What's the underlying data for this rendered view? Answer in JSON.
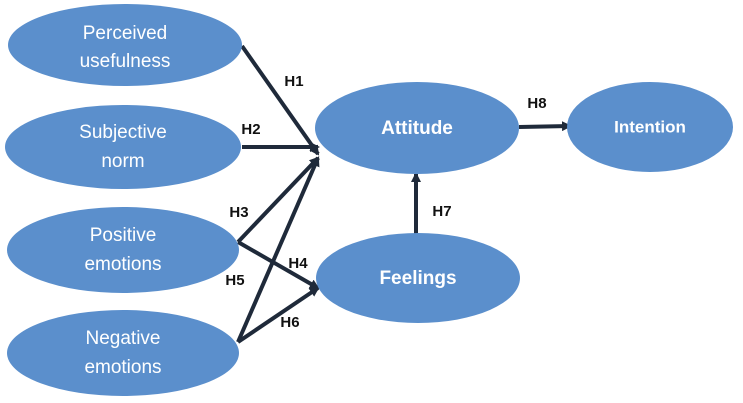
{
  "nodes": {
    "perceived_usefulness": [
      "Perceived",
      "usefulness"
    ],
    "subjective_norm": [
      "Subjective",
      "norm"
    ],
    "positive_emotions": [
      "Positive",
      "emotions"
    ],
    "negative_emotions": [
      "Negative",
      "emotions"
    ],
    "attitude": "Attitude",
    "feelings": "Feelings",
    "intention": "Intention"
  },
  "edges": {
    "h1": "H1",
    "h2": "H2",
    "h3": "H3",
    "h4": "H4",
    "h5": "H5",
    "h6": "H6",
    "h7": "H7",
    "h8": "H8"
  },
  "colors": {
    "node_fill": "#5b8fcc",
    "edge_stroke": "#1f2a3a",
    "node_text": "#ffffff",
    "edge_label": "#111111"
  }
}
